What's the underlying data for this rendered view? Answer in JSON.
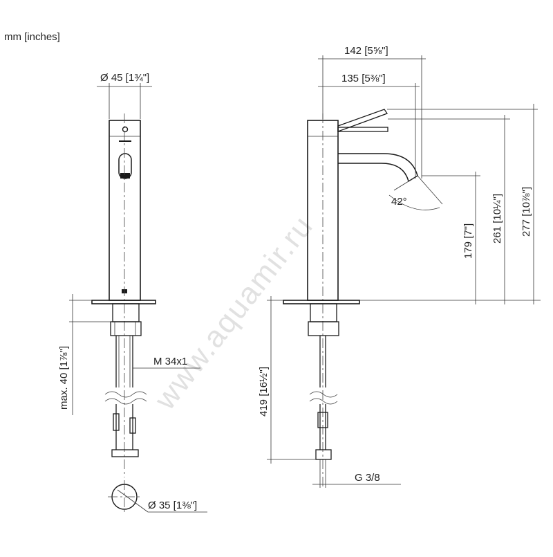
{
  "units_label": "mm [inches]",
  "front_view": {
    "body_diameter": "Ø 45 [1¾\"]",
    "max_deck": "max. 40 [1⅞\"]",
    "thread": "M 34x1",
    "hose_diameter": "Ø 35 [1⅜\"]"
  },
  "side_view": {
    "overall_reach": "142 [5⅝\"]",
    "spout_reach": "135 [5⅜\"]",
    "spout_angle": "42°",
    "spout_height": "179 [7\"]",
    "outlet_height": "261 [10¼\"]",
    "overall_height": "277 [10⅞\"]",
    "hose_length": "419 [16½\"]",
    "connection": "G 3/8"
  },
  "watermark": "www.aquamir.ru",
  "colors": {
    "line": "#1a1a1a",
    "watermark": "#bdbdbd",
    "background": "#ffffff"
  }
}
